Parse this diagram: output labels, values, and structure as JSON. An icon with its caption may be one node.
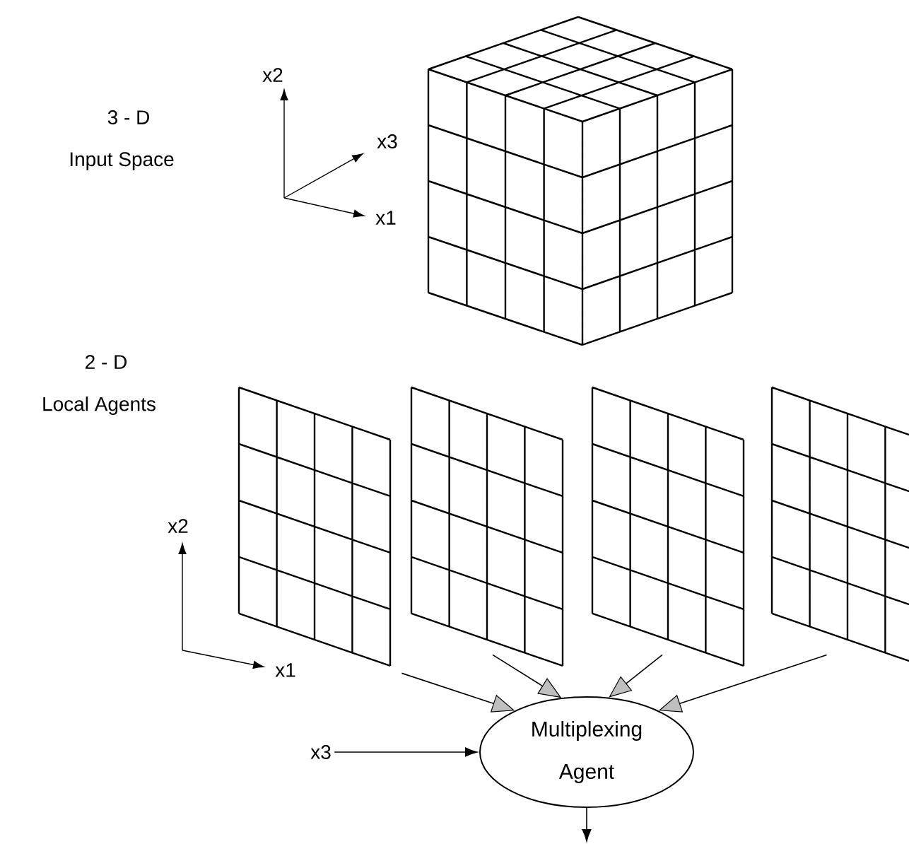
{
  "diagram": {
    "nodes": [
      {
        "text": [],
        "shape": "grid"
      },
      {
        "text": [],
        "shape": "grid"
      },
      {
        "text": [],
        "shape": "grid"
      },
      {
        "text": [],
        "shape": "grid"
      },
      {
        "text": [
          "Multiplexing Agent"
        ]
      },
      {
        "text": [
          "x3"
        ]
      }
    ],
    "edges": [
      {
        "from": 0,
        "to": 4,
        "arrow": "to"
      },
      {
        "from": 1,
        "to": 4,
        "arrow": "to"
      },
      {
        "from": 2,
        "to": 4,
        "arrow": "to"
      },
      {
        "from": 3,
        "to": 4,
        "arrow": "to"
      },
      {
        "from": 5,
        "to": 4,
        "arrow": "to"
      },
      {
        "from": 4,
        "to": null,
        "arrow": "to"
      }
    ],
    "labels": [
      "3 - D",
      "Input Space",
      "x2",
      "x3",
      "x1",
      "2 - D",
      "Local Agents",
      "x2",
      "x1"
    ]
  }
}
